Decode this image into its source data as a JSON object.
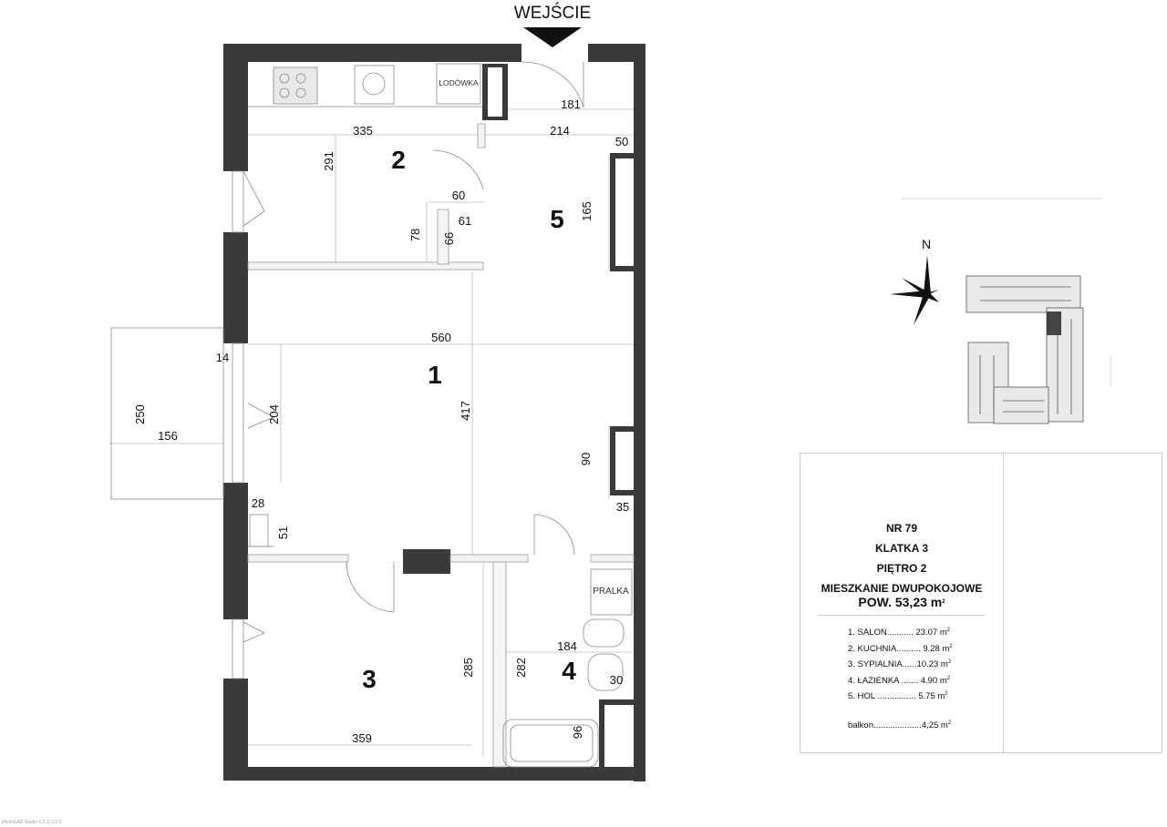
{
  "entrance_label": "WEJŚCIE",
  "fridge_label": "LODÓWKA",
  "washer_label": "PRALKA",
  "compass_label": "N",
  "room_numbers": [
    "1",
    "2",
    "3",
    "4",
    "5"
  ],
  "dimensions": {
    "d181": "181",
    "d335": "335",
    "d214": "214",
    "d50": "50",
    "d291": "291",
    "d60": "60",
    "d61": "61",
    "d78": "78",
    "d66": "66",
    "d165": "165",
    "d560": "560",
    "d14": "14",
    "d250": "250",
    "d156": "156",
    "d204": "204",
    "d417": "417",
    "d90": "90",
    "d35": "35",
    "d28": "28",
    "d51": "51",
    "d184": "184",
    "d285": "285",
    "d282": "282",
    "d30": "30",
    "d96": "96",
    "d359": "359"
  },
  "info": {
    "apartment_no": "NR 79",
    "staircase": "KLATKA 3",
    "floor": "PIĘTRO 2",
    "type": "MIESZKANIE DWUPOKOJOWE",
    "area_prefix": "POW. 53,23 m",
    "area_sup": "2",
    "rooms": [
      {
        "text": "1. SALON........... 23.07 m",
        "sup": "2"
      },
      {
        "text": "2. KUCHNIA.......... 9.28 m",
        "sup": "2"
      },
      {
        "text": "3. SYPIALNIA......10.23 m",
        "sup": "2"
      },
      {
        "text": "4. ŁAZIENKA ....... 4.90 m",
        "sup": "2"
      },
      {
        "text": "5. HOL ................ 5.75 m",
        "sup": "2"
      }
    ],
    "balcony": {
      "text": "balkon....................4,25 m",
      "sup": "2"
    }
  },
  "credits": "[ArchiCAD Studio 6.3.1] 2.0.2"
}
